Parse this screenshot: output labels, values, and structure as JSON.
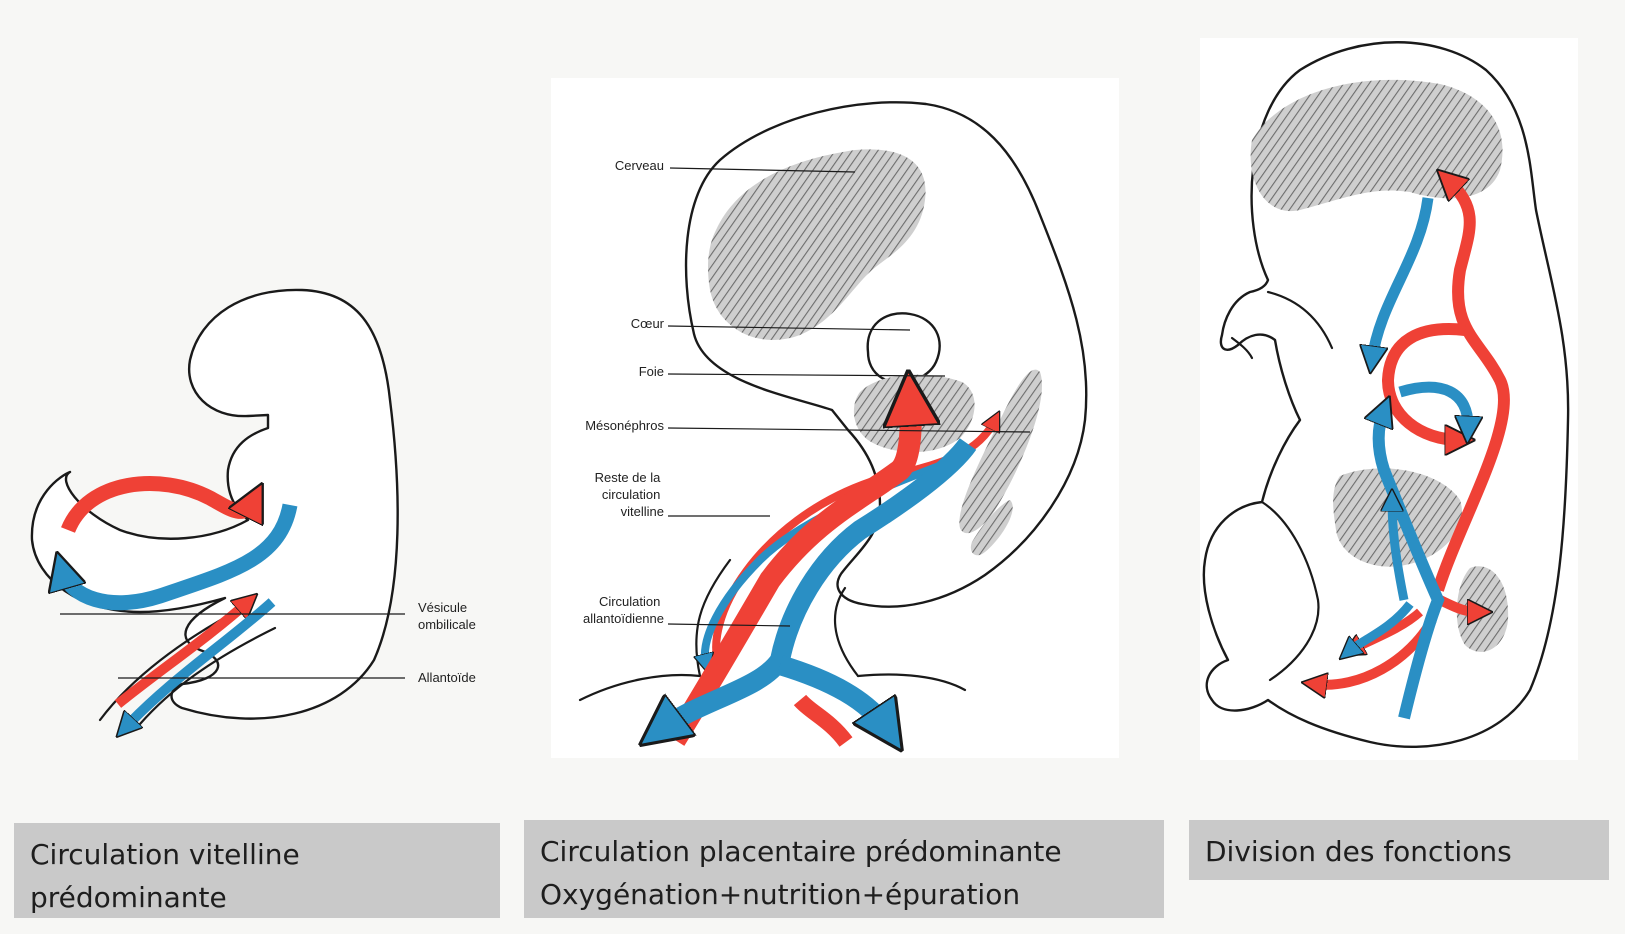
{
  "colors": {
    "oxygenated": "#ef4136",
    "deoxygenated": "#2a8fc4",
    "caption_bg": "#c9c9c9",
    "hatch": "#7a7a7a"
  },
  "panels": [
    {
      "labels": {
        "yolk_sac": "Vésicule\nombilicale",
        "allantois": "Allantoïde"
      },
      "caption_lines": [
        "Circulation vitelline",
        "prédominante"
      ]
    },
    {
      "labels": {
        "brain": "Cerveau",
        "heart": "Cœur",
        "liver": "Foie",
        "mesonephros": "Mésonéphros",
        "vitelline_remnant": "Reste de la\ncirculation\nvitelline",
        "allantoic_circulation": "Circulation\nallantoïdienne"
      },
      "caption_lines": [
        "Circulation placentaire prédominante",
        "Oxygénation+nutrition+épuration"
      ]
    },
    {
      "labels": {},
      "caption_lines": [
        "Division des fonctions"
      ]
    }
  ]
}
